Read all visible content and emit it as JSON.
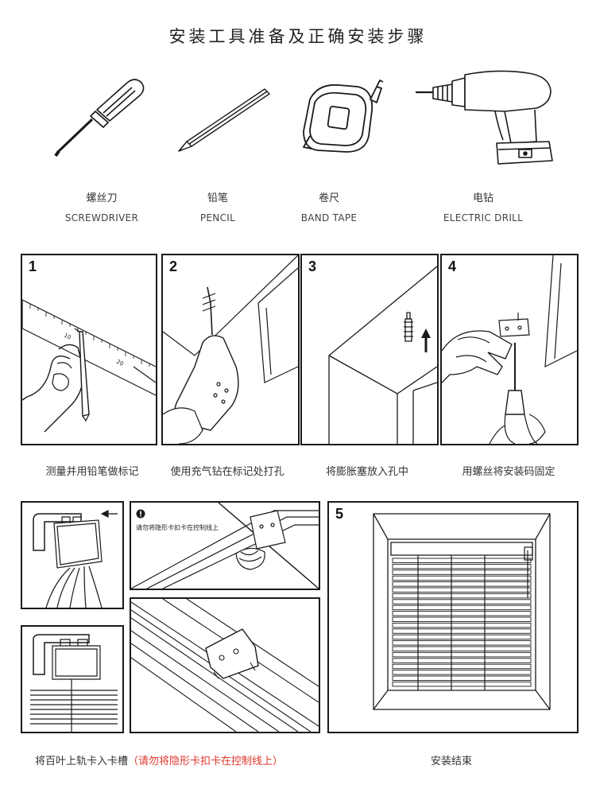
{
  "title": "安装工具准备及正确安装步骤",
  "tools": [
    {
      "cn": "螺丝刀",
      "en": "SCREWDRIVER",
      "icon": "screwdriver-icon"
    },
    {
      "cn": "铅笔",
      "en": "PENCIL",
      "icon": "pencil-icon"
    },
    {
      "cn": "卷尺",
      "en": "BAND TAPE",
      "icon": "tape-measure-icon"
    },
    {
      "cn": "电钻",
      "en": "ELECTRIC DRILL",
      "icon": "electric-drill-icon"
    }
  ],
  "steps": [
    {
      "num": "1",
      "caption": "测量并用铅笔做标记",
      "ruler_marks": [
        "10",
        "20"
      ]
    },
    {
      "num": "2",
      "caption": "使用充气钻在标记处打孔"
    },
    {
      "num": "3",
      "caption": "将膨胀塞放入孔中"
    },
    {
      "num": "4",
      "caption": "用螺丝将安装码固定"
    }
  ],
  "rail": {
    "warning": "请勿将隐形卡扣卡在控制线上",
    "caption_main": "将百叶上轨卡入卡槽",
    "caption_note": "（请勿将隐形卡扣卡在控制线上）"
  },
  "final": {
    "num": "5",
    "caption": "安装结束"
  },
  "colors": {
    "line": "#1a1a1a",
    "warning_red": "#e0352b"
  }
}
